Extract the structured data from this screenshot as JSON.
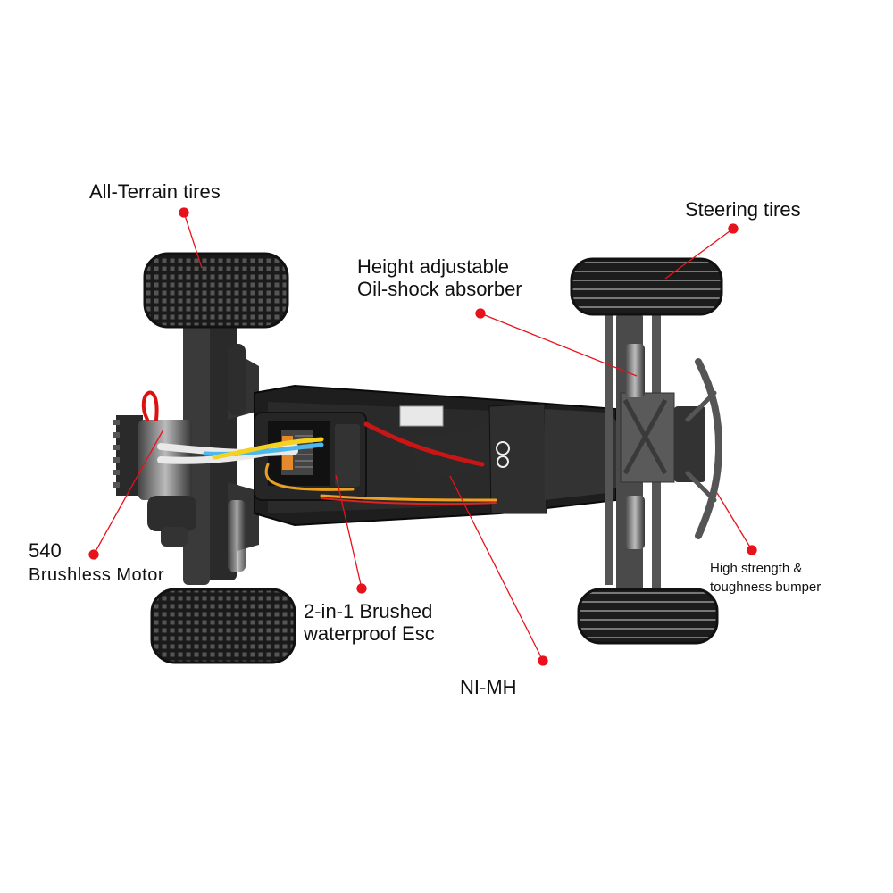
{
  "product": {
    "title": "RC buggy chassis, top view",
    "accent_color": "#e8121c"
  },
  "callouts": [
    {
      "id": "all-terrain-tires",
      "lines": [
        "All-Terrain tires"
      ]
    },
    {
      "id": "steering-tires",
      "lines": [
        "Steering tires"
      ]
    },
    {
      "id": "oil-shock",
      "lines": [
        "Height adjustable",
        "Oil-shock absorber"
      ]
    },
    {
      "id": "motor",
      "lines": [
        "540",
        "Brushless Motor"
      ]
    },
    {
      "id": "esc",
      "lines": [
        "2-in-1 Brushed",
        "waterproof Esc"
      ]
    },
    {
      "id": "battery",
      "lines": [
        "NI-MH"
      ]
    },
    {
      "id": "bumper",
      "lines": [
        "High strength &",
        "toughness bumper"
      ]
    }
  ]
}
